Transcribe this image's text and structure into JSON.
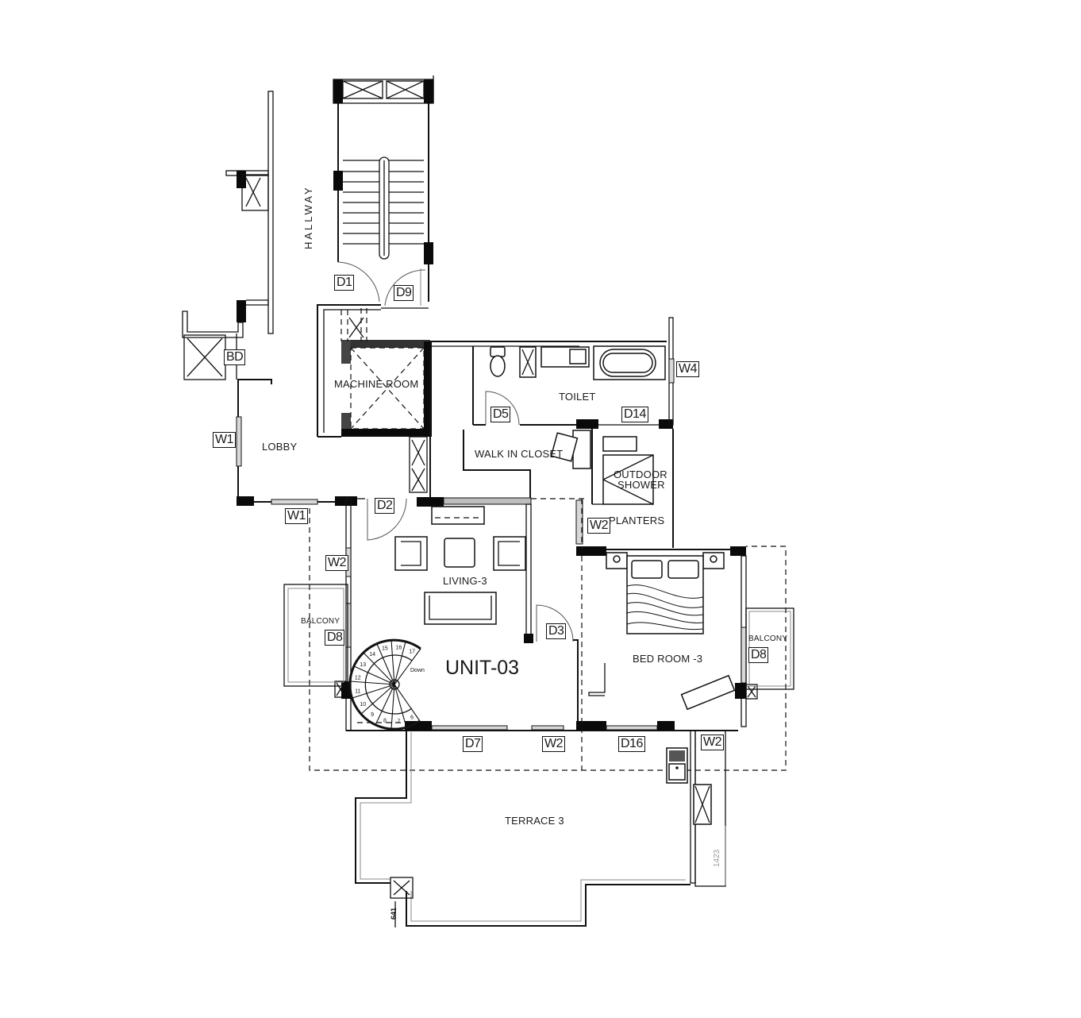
{
  "plan": {
    "unit_label": "UNIT-03",
    "rooms": {
      "hallway": "HALLWAY",
      "machine_room": "MACHINE ROOM",
      "lobby": "LOBBY",
      "toilet": "TOILET",
      "walk_in_closet": "WALK IN CLOSET",
      "outdoor_shower_line1": "OUTDOOR",
      "outdoor_shower_line2": "SHOWER",
      "planters": "PLANTERS",
      "living": "LIVING-3",
      "balcony_left": "BALCONY",
      "bedroom": "BED ROOM -3",
      "balcony_right": "BALCONY",
      "terrace": "TERRACE 3"
    },
    "tags": {
      "d1": "D1",
      "d9": "D9",
      "bd": "BD",
      "w1_left": "W1",
      "w1_bottom": "W1",
      "d2": "D2",
      "d5": "D5",
      "d14": "D14",
      "w4": "W4",
      "w2_planters": "W2",
      "w2_living": "W2",
      "d8_left": "D8",
      "d3": "D3",
      "d8_right": "D8",
      "d7": "D7",
      "w2_bottom": "W2",
      "d16": "D16",
      "w2_terrace": "W2"
    },
    "dimensions": {
      "terrace_height": "1423",
      "step_offset": "641"
    },
    "spiral_stair": {
      "steps": [
        "6",
        "7",
        "8",
        "9",
        "10",
        "11",
        "12",
        "13",
        "14",
        "15",
        "16",
        "17"
      ],
      "direction_label": "Down"
    }
  }
}
